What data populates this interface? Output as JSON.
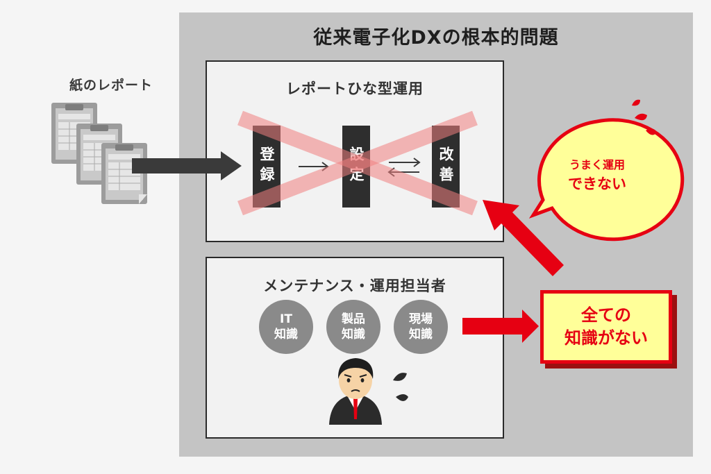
{
  "main_title": "従来電子化DXの根本的問題",
  "paper_label": "紙のレポート",
  "template_box": {
    "title": "レポートひな型運用",
    "steps": [
      {
        "label": "登録"
      },
      {
        "label": "設定"
      },
      {
        "label": "改善"
      }
    ]
  },
  "maintenance_box": {
    "title": "メンテナンス・運用担当者",
    "knowledge": [
      {
        "line1": "IT",
        "line2": "知識"
      },
      {
        "line1": "製品",
        "line2": "知識"
      },
      {
        "line1": "現場",
        "line2": "知識"
      }
    ]
  },
  "bubble": {
    "line1": "うまく運用",
    "line2": "できない"
  },
  "alert": {
    "line1": "全ての",
    "line2": "知識がない"
  },
  "colors": {
    "accent_red": "#e60012",
    "highlight_yellow": "#ffff99",
    "panel_gray": "#c4c4c4",
    "dark": "#2e2e2e"
  },
  "icons": [
    "document-icon",
    "person-worried-icon",
    "sweat-drops-icon",
    "cross-mark-icon"
  ]
}
